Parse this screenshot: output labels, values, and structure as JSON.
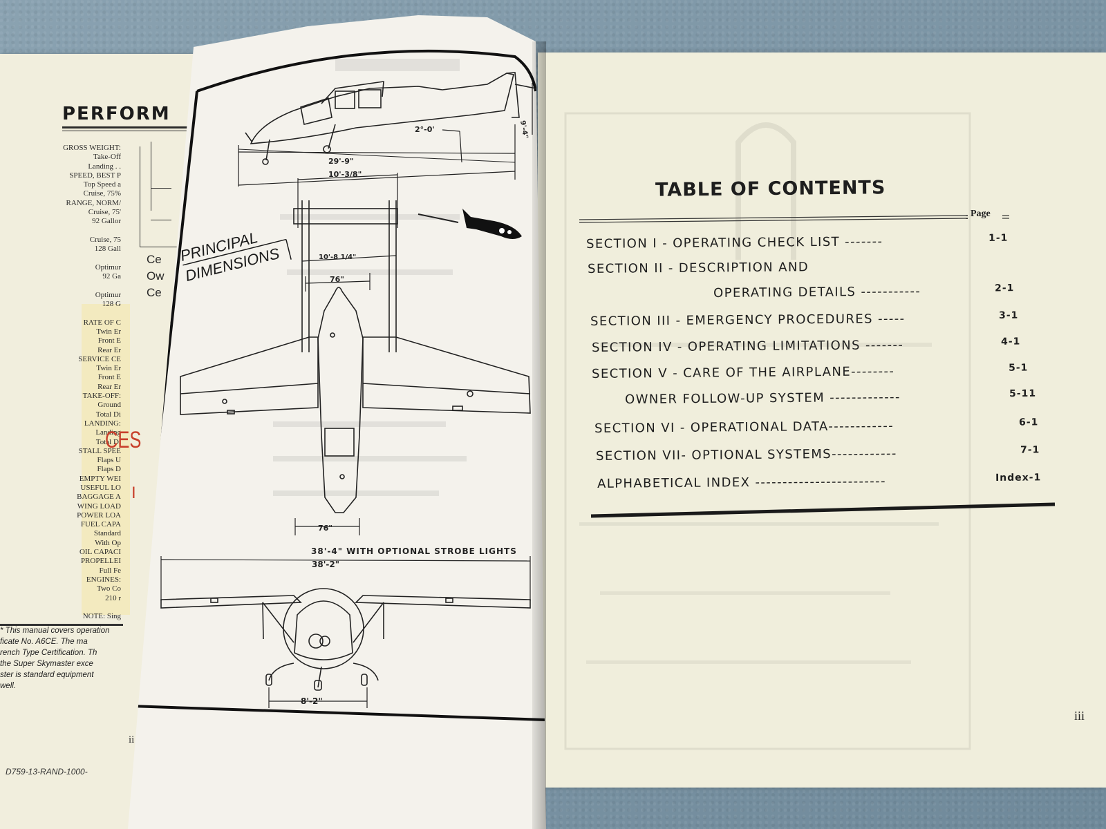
{
  "left_page": {
    "title": "PERFORM",
    "spec_lines": [
      "GROSS WEIGHT:",
      "Take-Off",
      "Landing . .",
      "SPEED, BEST P",
      "Top Speed a",
      "Cruise, 75%",
      "RANGE, NORM/",
      "Cruise, 75'",
      "92 Gallor",
      "",
      "Cruise, 75",
      "128 Gall",
      "",
      "Optimur",
      "92 Ga",
      "",
      "Optimur",
      "128 G",
      "",
      "RATE OF C",
      "Twin Er",
      "Front E",
      "Rear Er",
      "SERVICE CE",
      "Twin Er",
      "Front E",
      "Rear Er",
      "TAKE-OFF:",
      "Ground",
      "Total Di",
      "LANDING:",
      "Landing",
      "Total Di",
      "STALL SPEE",
      "Flaps U",
      "Flaps D",
      "EMPTY WEI",
      "USEFUL LO",
      "BAGGAGE A",
      "WING LOAD",
      "POWER LOA",
      "FUEL CAPA",
      "Standard",
      "With Op",
      "OIL CAPACI",
      "PROPELLEI",
      "Full Fe",
      "ENGINES:",
      "Two Co",
      "210 r",
      "",
      "NOTE: Sing"
    ],
    "side_fragments": [
      "Ce",
      "Ow",
      "Ce"
    ],
    "red_fragments": [
      "CES",
      "I"
    ],
    "footnote_lines": [
      "* This manual covers operation",
      "ficate No. A6CE. The ma",
      "rench Type Certification. Th",
      "the Super Skymaster exce",
      "ster is standard equipment",
      "well."
    ],
    "footer_code": "D759-13-RAND-1000-"
  },
  "middle_page": {
    "title_line1": "PRINCIPAL",
    "title_line2": "DIMENSIONS",
    "dim_angle": "2°-0'",
    "dim_side_length": "29'-9\"",
    "dim_height": "9'-4\"",
    "dim_tail_span": "10'-3/8\"",
    "dim_tail_span_inner": "10'-8 1/4\"",
    "dim_fuselage_top": "76\"",
    "dim_fuselage_bottom": "76\"",
    "dim_span_strobe": "38'-4\"  WITH OPTIONAL STROBE LIGHTS",
    "dim_span": "38'-2\"",
    "dim_gear": "8'-2\"",
    "page_number": "ii"
  },
  "right_page": {
    "title": "TABLE OF CONTENTS",
    "page_label": "Page",
    "entries": [
      {
        "text": "SECTION I    - OPERATING CHECK LIST -------",
        "page": "1-1"
      },
      {
        "text": "SECTION II  - DESCRIPTION AND",
        "page": ""
      },
      {
        "text": "OPERATING DETAILS -----------",
        "page": "2-1"
      },
      {
        "text": "SECTION III  - EMERGENCY PROCEDURES -----",
        "page": "3-1"
      },
      {
        "text": "SECTION IV  - OPERATING LIMITATIONS -------",
        "page": "4-1"
      },
      {
        "text": "SECTION V   - CARE OF THE AIRPLANE--------",
        "page": "5-1"
      },
      {
        "text": "OWNER FOLLOW-UP SYSTEM -------------",
        "page": "5-11"
      },
      {
        "text": "SECTION VI  - OPERATIONAL DATA------------",
        "page": "6-1"
      },
      {
        "text": "SECTION VII- OPTIONAL SYSTEMS------------",
        "page": "7-1"
      },
      {
        "text": "ALPHABETICAL INDEX ------------------------",
        "page": "Index-1"
      }
    ],
    "page_number": "iii"
  },
  "colors": {
    "background": "#7d96a6",
    "paper": "#f0eedc",
    "ink": "#1e1e1e",
    "red_ink": "#c8402c"
  }
}
